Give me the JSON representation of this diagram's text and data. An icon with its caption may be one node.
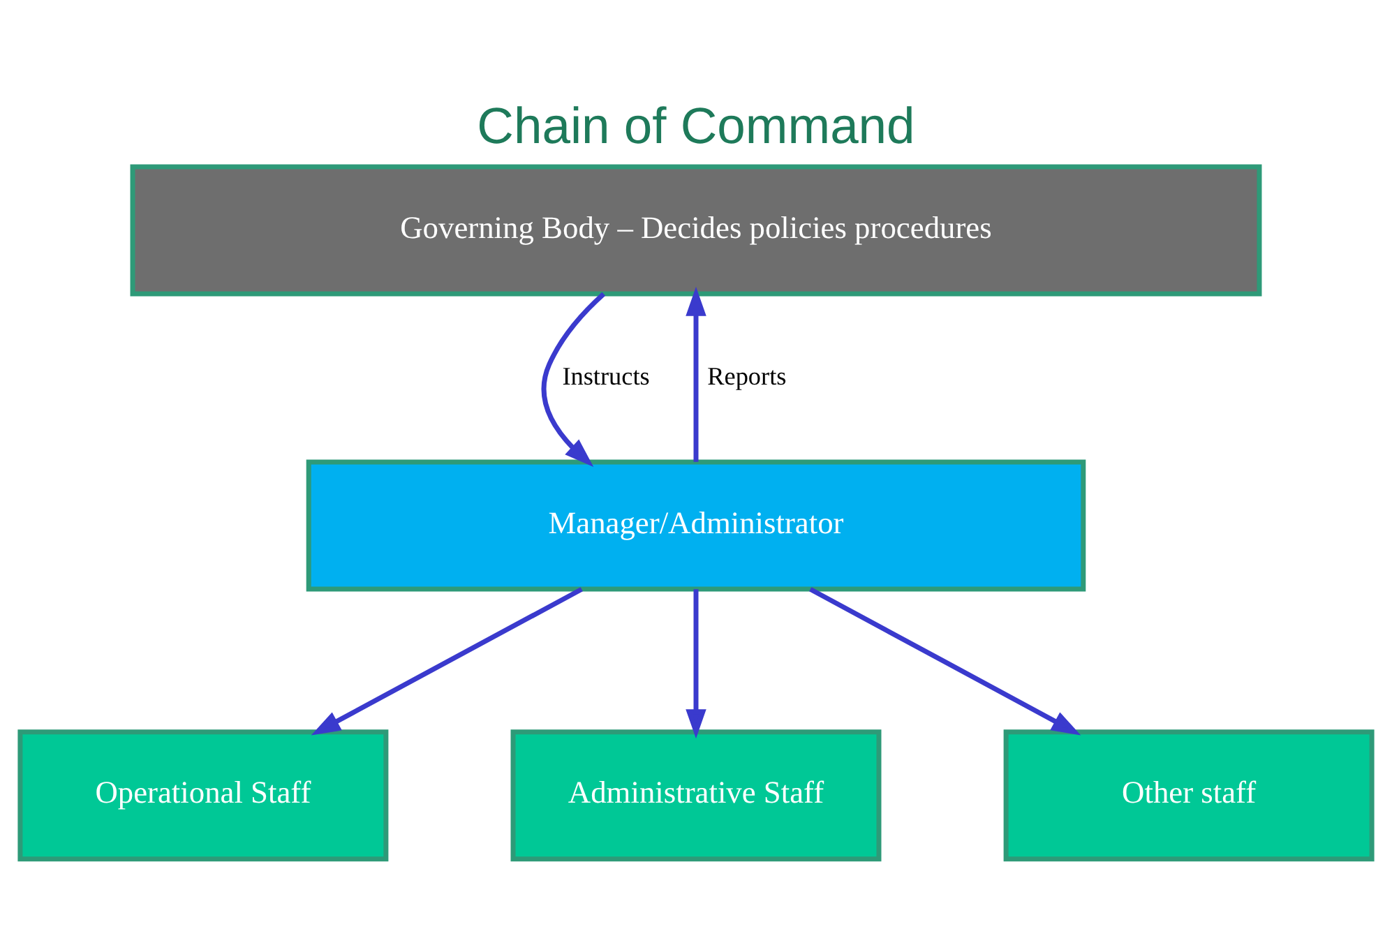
{
  "diagram": {
    "title": "Chain of Command",
    "nodes": [
      {
        "text": [
          "Governing Body – Decides policies procedures"
        ]
      },
      {
        "text": [
          "Manager/Administrator"
        ]
      },
      {
        "text": [
          "Operational Staff"
        ]
      },
      {
        "text": [
          "Administrative Staff"
        ]
      },
      {
        "text": [
          "Other staff"
        ]
      }
    ],
    "edges": [
      {
        "from": 0,
        "to": 1,
        "arrow": "to",
        "label": "Instructs"
      },
      {
        "from": 1,
        "to": 0,
        "arrow": "to",
        "label": "Reports"
      },
      {
        "from": 1,
        "to": 2,
        "arrow": "to"
      },
      {
        "from": 1,
        "to": 3,
        "arrow": "to"
      },
      {
        "from": 1,
        "to": 4,
        "arrow": "to"
      }
    ]
  }
}
